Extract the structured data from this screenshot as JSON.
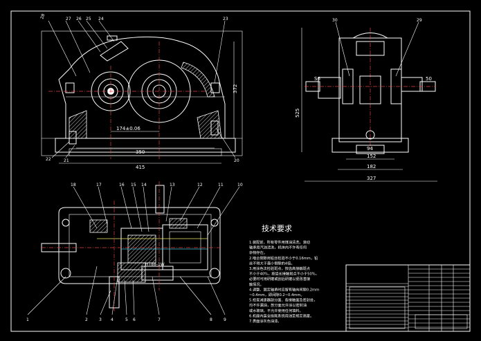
{
  "drawing": {
    "background": "#000000",
    "line_color": "#ffffff",
    "accent_yellow": "#e8e86a",
    "center_red": "#e04040",
    "accent_cyan": "#40c0e0"
  },
  "front_view": {
    "dims": {
      "overall_width": "415",
      "inner_width": "350",
      "height": "372",
      "center_distance": "174±0.06"
    },
    "callouts": [
      "28",
      "27",
      "26",
      "25",
      "24",
      "23",
      "22",
      "21",
      "20"
    ]
  },
  "side_view": {
    "dims": {
      "width": "327",
      "base": "182",
      "feet": "152",
      "height": "525",
      "left_shaft": "S6",
      "right_shaft": "50",
      "mid": "94"
    },
    "callouts": [
      "30",
      "29"
    ]
  },
  "top_view": {
    "label_center": "HT88-1W",
    "callouts_top": [
      "18",
      "17",
      "16",
      "15",
      "14",
      "13",
      "12",
      "11",
      "10"
    ],
    "callouts_bottom": [
      "1",
      "2",
      "3",
      "4",
      "5",
      "6",
      "7",
      "8",
      "9"
    ]
  },
  "tech": {
    "title": "技术要求",
    "lines": [
      "1.装配前，所有零件用煤油清洗，滚动",
      "  轴承用汽油清洗，机体内不许有任何",
      "  杂物存在。",
      "2.啮合侧隙用铅丝检验不小于0.16mm，铅",
      "  丝不得大于最小侧隙的4倍。",
      "3.用涂色法检验斑点，按齿高接触斑点",
      "  不小于40%，按齿长接触斑点不小于50%，",
      "  必要时可用研磨或刮后研磨以便改善接",
      "  触情况。",
      "4.调整、固定轴承时应留有轴向间隙0.2mm",
      "  ~0.4mm，即间隙0.2~0.4mm。",
      "5.检查减速器剖分面、各接触面及密封处，",
      "  均不许漏油，剖分面允许涂以密封油",
      "  或水玻璃，不允许使用任何填料。",
      "6.机座内装全损耗系统用油至规定高度。",
      "7.表面涂灰色油漆。"
    ]
  }
}
